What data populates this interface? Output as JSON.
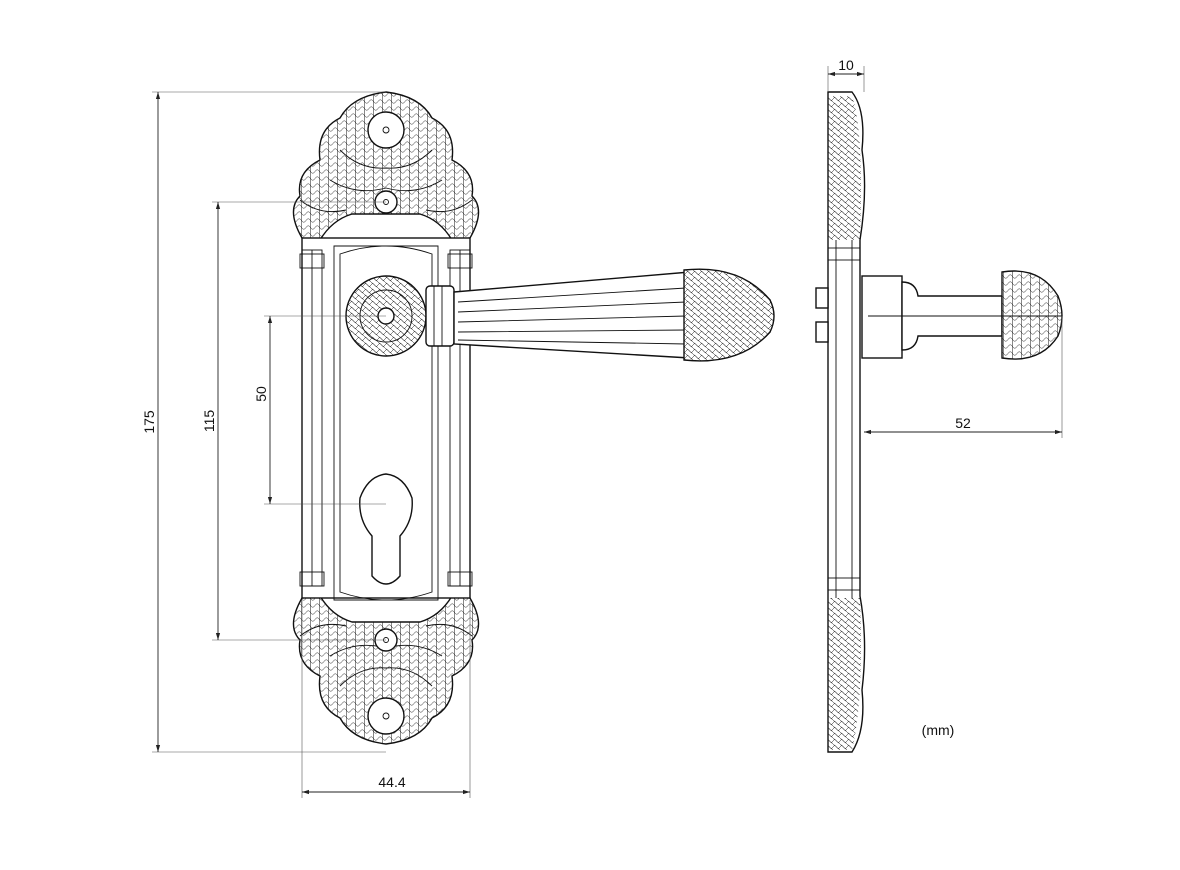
{
  "dimensions": {
    "overall_height": "175",
    "screw_spacing": "115",
    "lever_to_cylinder": "50",
    "plate_width": "44.4",
    "plate_thickness": "10",
    "lever_projection": "52"
  },
  "units_note": "(mm)",
  "colors": {
    "line": "#111111",
    "background": "#ffffff"
  }
}
